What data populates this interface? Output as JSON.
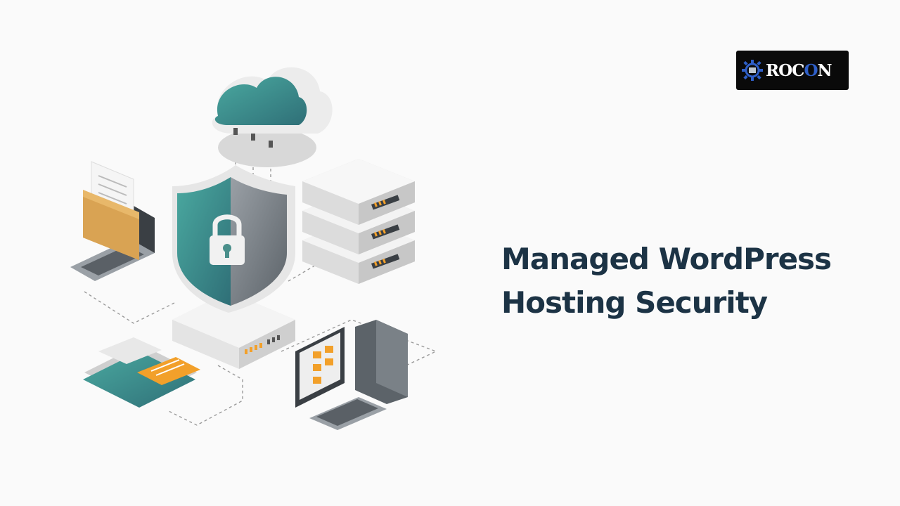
{
  "headline": {
    "line1": "Managed WordPress",
    "line2": "Hosting Security"
  },
  "logo": {
    "text_start": "ROC",
    "text_accent": "O",
    "text_end": "N",
    "icon": "gear-icon"
  },
  "colors": {
    "background": "#fafafa",
    "headline": "#1c3345",
    "teal": "#3f9a93",
    "orange": "#f2a02a",
    "logo_background": "#0a0a0a",
    "logo_accent": "#2f5fc8"
  },
  "illustration": {
    "subject": "isometric network security",
    "icons": [
      "cloud-icon",
      "shield-lock-icon",
      "server-stack-icon",
      "laptop-icon",
      "folder-icon",
      "desktop-computer-icon",
      "tablet-icon"
    ]
  }
}
